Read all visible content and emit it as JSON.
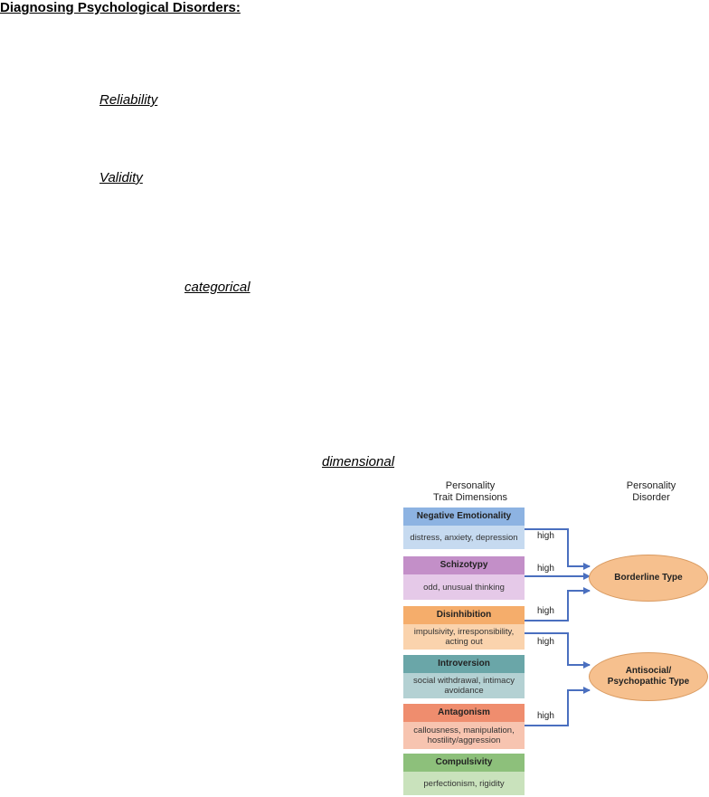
{
  "title": "Diagnosing Psychological Disorders:",
  "terms": {
    "reliability": "Reliability",
    "validity": "Validity",
    "categorical": "categorical",
    "dimensional": "dimensional"
  },
  "diagram": {
    "trait_header_1": "Personality",
    "trait_header_2": "Trait Dimensions",
    "disorder_header_1": "Personality",
    "disorder_header_2": "Disorder",
    "traits": [
      {
        "name": "Negative Emotionality",
        "desc": "distress, anxiety, depression",
        "head_color": "#8db3e2",
        "body_color": "#c6daf0"
      },
      {
        "name": "Schizotypy",
        "desc": "odd, unusual thinking",
        "head_color": "#c38fc8",
        "body_color": "#e5c9e8"
      },
      {
        "name": "Disinhibition",
        "desc": "impulsivity, irresponsibility, acting out",
        "head_color": "#f5ad6b",
        "body_color": "#fad3ad"
      },
      {
        "name": "Introversion",
        "desc": "social withdrawal, intimacy avoidance",
        "head_color": "#6aa6a8",
        "body_color": "#b4d1d3"
      },
      {
        "name": "Antagonism",
        "desc": "callousness, manipulation, hostility/aggression",
        "head_color": "#ef8d6e",
        "body_color": "#f7c4b0"
      },
      {
        "name": "Compulsivity",
        "desc": "perfectionism, rigidity",
        "head_color": "#8dc07b",
        "body_color": "#c9e2bc"
      }
    ],
    "high_label": "high",
    "disorders": {
      "borderline": "Borderline Type",
      "antisocial_line1": "Antisocial/",
      "antisocial_line2": "Psychopathic Type"
    },
    "arrow_color": "#4a6fbf"
  }
}
